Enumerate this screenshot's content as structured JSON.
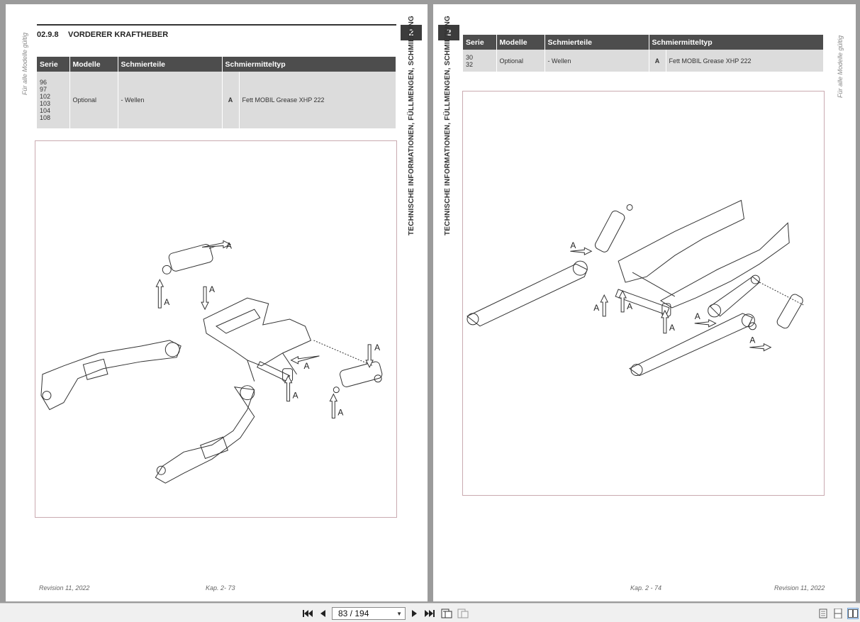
{
  "left_page": {
    "side_note": "Für alle Modelle gültig",
    "chapter_number": "2",
    "chapter_title": "TECHNISCHE INFORMATIONEN, FÜLLMENGEN, SCHMIERUNG",
    "section_number": "02.9.8",
    "section_title": "VORDERER KRAFTHEBER",
    "table": {
      "headers": [
        "Serie",
        "Modelle",
        "Schmierteile",
        "Schmiermitteltyp"
      ],
      "serie_values": [
        "96",
        "97",
        "102",
        "103",
        "104",
        "108"
      ],
      "modelle": "Optional",
      "schmierteile": "- Wellen",
      "letter": "A",
      "typ": "Fett MOBIL Grease XHP 222"
    },
    "figure_label": "A",
    "footer_revision": "Revision 11, 2022",
    "footer_page": "Kap. 2- 73"
  },
  "right_page": {
    "side_note": "Für alle Modelle gültig",
    "chapter_number": "2",
    "chapter_title": "TECHNISCHE INFORMATIONEN, FÜLLMENGEN, SCHMIERUNG",
    "table": {
      "headers": [
        "Serie",
        "Modelle",
        "Schmierteile",
        "Schmiermitteltyp"
      ],
      "serie_values": [
        "30",
        "32"
      ],
      "modelle": "Optional",
      "schmierteile": "- Wellen",
      "letter": "A",
      "typ": "Fett MOBIL Grease XHP 222"
    },
    "figure_label": "A",
    "footer_page": "Kap. 2 - 74",
    "footer_revision": "Revision 11, 2022"
  },
  "toolbar": {
    "page_indicator": "83 / 194",
    "icons": [
      "first-page-icon",
      "prev-page-icon",
      "next-page-icon",
      "last-page-icon",
      "rotate-icon",
      "rotate-alt-icon",
      "single-page-icon",
      "continuous-page-icon",
      "two-page-icon"
    ]
  }
}
